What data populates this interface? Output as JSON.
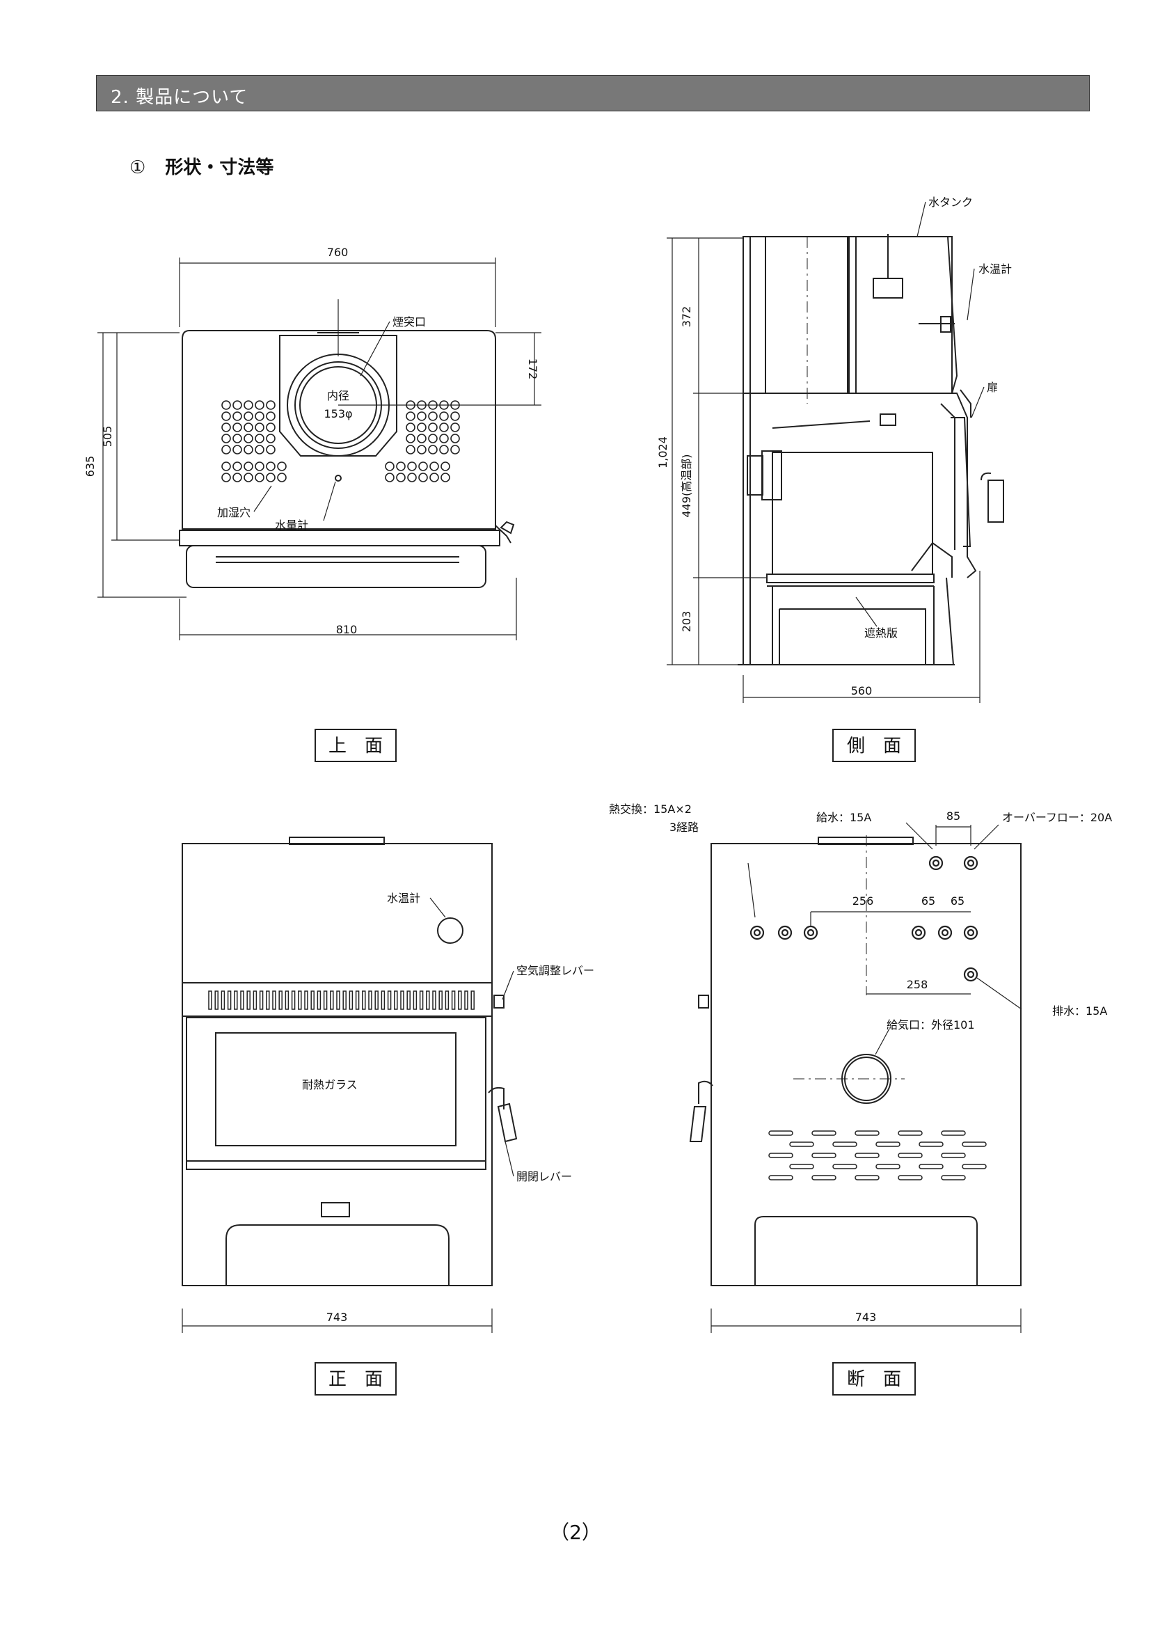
{
  "header": {
    "title": "2. 製品について"
  },
  "section": {
    "number": "①",
    "title": "形状・寸法等"
  },
  "top_view": {
    "width_top": "760",
    "width_bottom": "810",
    "height_outer": "635",
    "height_inner": "505",
    "flue_offset": "172",
    "flue_label": "煙突口",
    "flue_inner_1": "内径",
    "flue_inner_2": "153φ",
    "humidifier_label": "加湿穴",
    "water_gauge_label": "水量計",
    "caption": "上　面"
  },
  "side_view": {
    "water_tank_label": "水タンク",
    "thermometer_label": "水温計",
    "door_label": "扉",
    "heat_shield_label": "遮熱版",
    "dim_top": "372",
    "dim_firebox": "449(高温部)",
    "dim_bottom": "203",
    "dim_total": "1,024",
    "dim_width": "560",
    "caption": "側　面"
  },
  "front_view": {
    "thermometer_label": "水温計",
    "air_lever_label": "空気調整レバー",
    "glass_label": "耐熱ガラス",
    "door_lever_label": "開閉レバー",
    "dim_width": "743",
    "caption": "正　面"
  },
  "rear_view": {
    "heat_exchange_label": "熱交換：15A×2",
    "heat_exchange_sub": "3経路",
    "supply_label": "給水：15A",
    "overflow_label": "オーバーフロー：20A",
    "dim_85": "85",
    "dim_256": "256",
    "dim_65a": "65",
    "dim_65b": "65",
    "dim_258": "258",
    "drain_label": "排水：15A",
    "intake_label": "給気口：外径101",
    "dim_width": "743",
    "caption": "断　面"
  },
  "footer": {
    "page_number": "（2）"
  }
}
